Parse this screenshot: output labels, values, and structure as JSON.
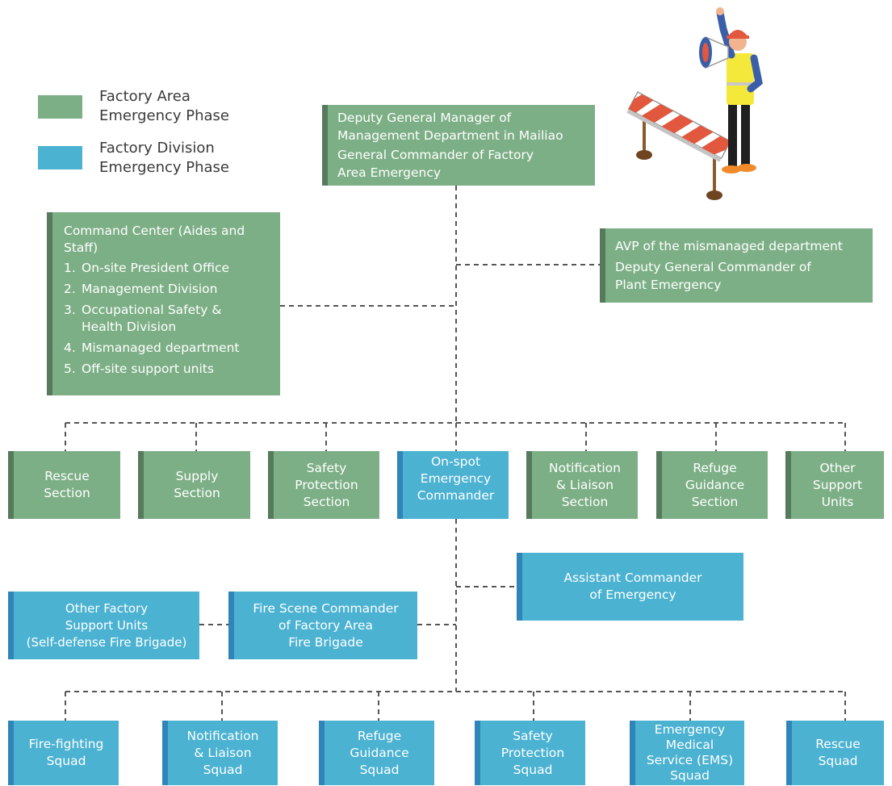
{
  "legend": {
    "factory_area": {
      "label": [
        "Factory Area",
        "Emergency Phase"
      ],
      "color": "#7daf86"
    },
    "factory_division": {
      "label": [
        "Factory Division",
        "Emergency Phase"
      ],
      "color": "#4bb2d2"
    }
  },
  "general_commander": [
    "Deputy General Manager of",
    "Management Department in Mailiao",
    "General Commander of Factory",
    "Area Emergency"
  ],
  "deputy_commander": [
    "AVP of the mismanaged department",
    "Deputy General Commander of",
    "Plant Emergency"
  ],
  "command_center": {
    "title": [
      "Command Center (Aides and",
      "Staff)"
    ],
    "items": [
      {
        "num": "1.",
        "lines": [
          "On-site President Office"
        ]
      },
      {
        "num": "2.",
        "lines": [
          "Management Division"
        ]
      },
      {
        "num": "3.",
        "lines": [
          "Occupational Safety &",
          "Health Division"
        ]
      },
      {
        "num": "4.",
        "lines": [
          "Mismanaged department"
        ]
      },
      {
        "num": "5.",
        "lines": [
          "Off-site support units"
        ]
      }
    ]
  },
  "sections": [
    {
      "lines": [
        "Rescue",
        "Section"
      ]
    },
    {
      "lines": [
        "Supply",
        "Section"
      ]
    },
    {
      "lines": [
        "Safety",
        "Protection",
        "Section"
      ]
    },
    {
      "lines": [
        "On-spot",
        "Emergency",
        "Commander"
      ]
    },
    {
      "lines": [
        "Notification",
        "& Liaison",
        "Section"
      ]
    },
    {
      "lines": [
        "Refuge",
        "Guidance",
        "Section"
      ]
    },
    {
      "lines": [
        "Other",
        "Support",
        "Units"
      ]
    }
  ],
  "assistant_commander": [
    "Assistant Commander",
    "of Emergency"
  ],
  "fire_scene_commander": [
    "Fire Scene Commander",
    "of Factory Area",
    "Fire Brigade"
  ],
  "other_factory_support": [
    "Other Factory",
    "Support Units",
    "(Self-defense Fire Brigade)"
  ],
  "squads": [
    {
      "lines": [
        "Fire-fighting",
        "Squad"
      ]
    },
    {
      "lines": [
        "Notification",
        "& Liaison",
        "Squad"
      ]
    },
    {
      "lines": [
        "Refuge",
        "Guidance",
        "Squad"
      ]
    },
    {
      "lines": [
        "Safety",
        "Protection",
        "Squad"
      ]
    },
    {
      "lines": [
        "Emergency",
        "Medical",
        "Service (EMS)",
        "Squad"
      ]
    },
    {
      "lines": [
        "Rescue",
        "Squad"
      ]
    }
  ],
  "illustration": {
    "icon": "worker-with-megaphone-and-barrier-icon"
  }
}
